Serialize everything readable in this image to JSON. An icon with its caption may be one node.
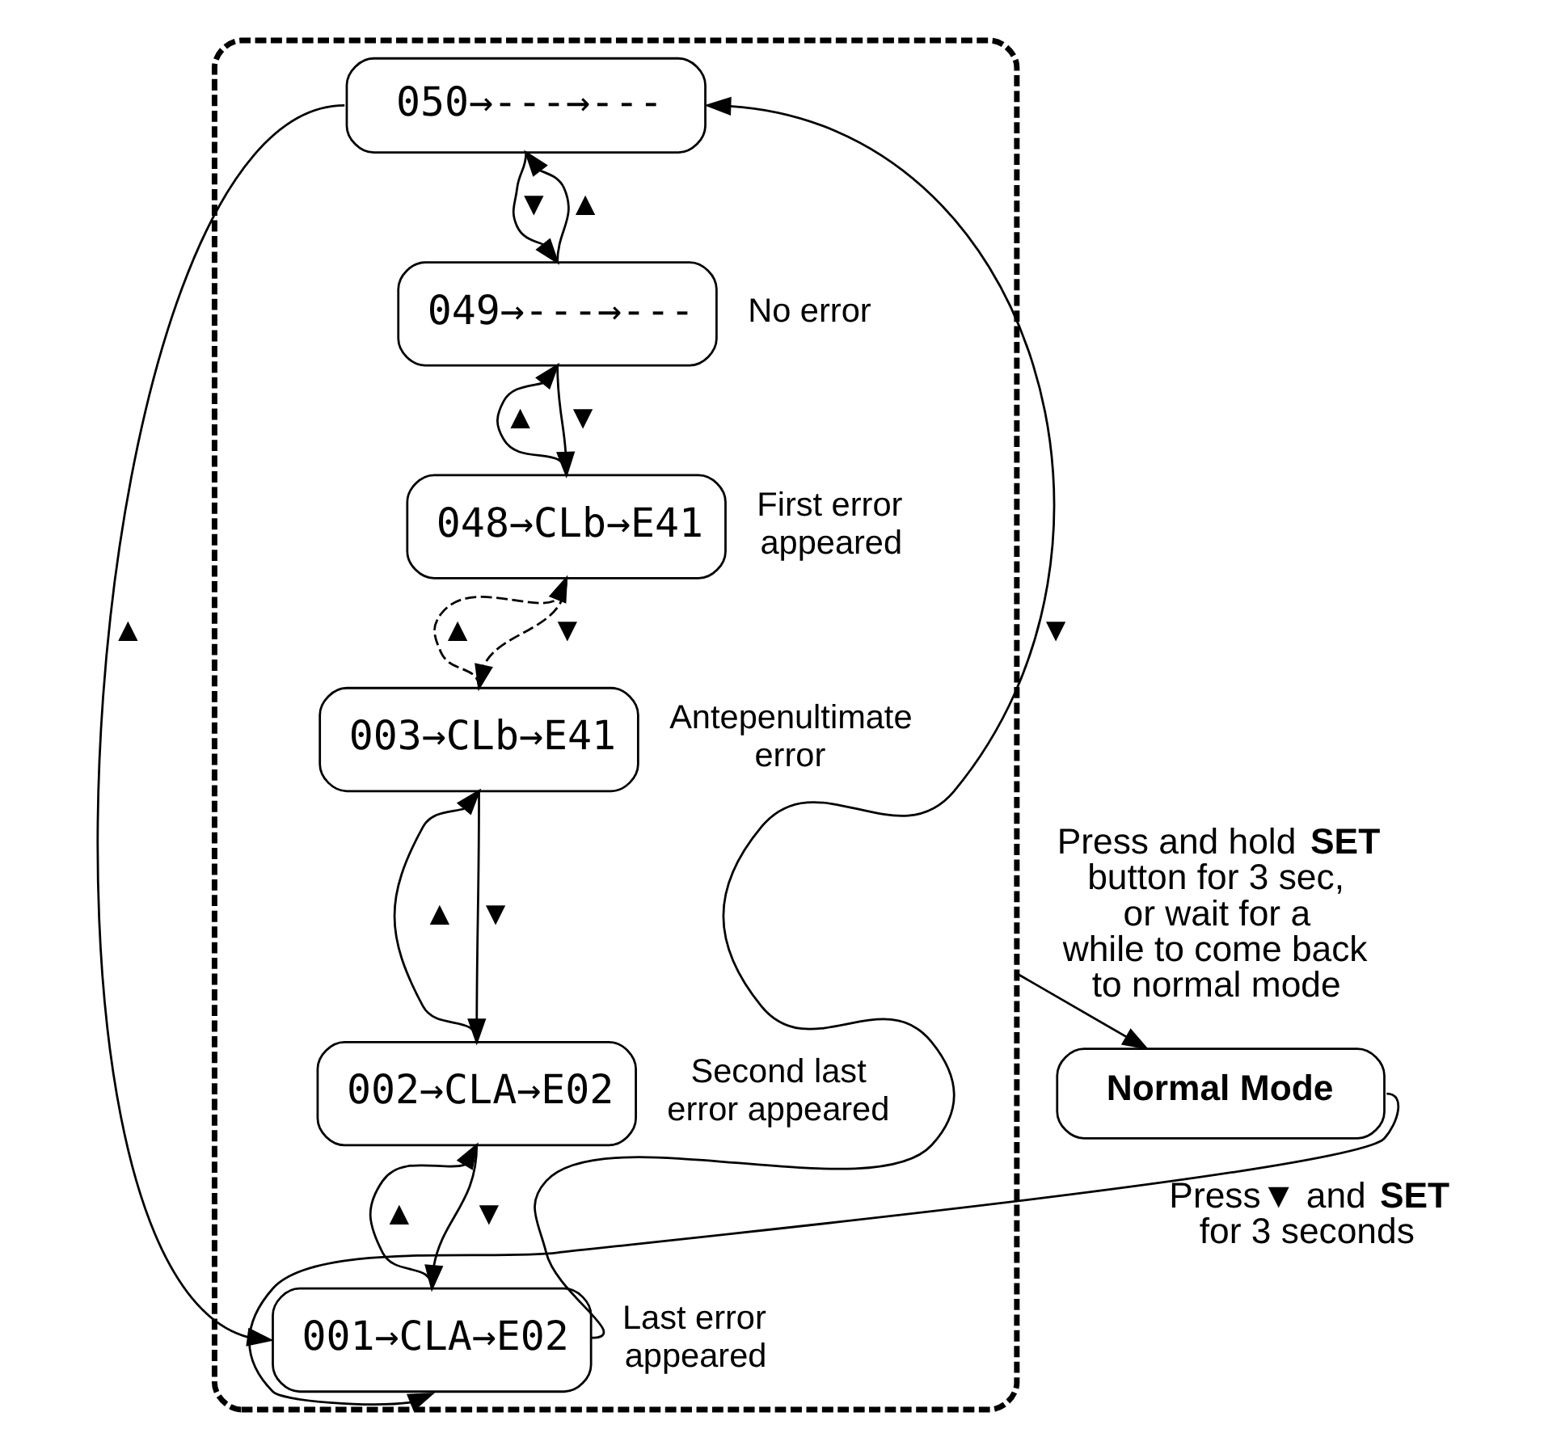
{
  "diagram": {
    "nodes": [
      {
        "text": [],
        "shape": "box"
      },
      {
        "text": [
          "050→---→---"
        ],
        "in": 0
      },
      {
        "text": [
          "049→---→---"
        ],
        "in": 0,
        "beside": [
          "No error"
        ]
      },
      {
        "text": [
          "048→CLb→E41"
        ],
        "in": 0,
        "beside": [
          "First error appeared"
        ]
      },
      {
        "text": [
          "003→CLb→E41"
        ],
        "in": 0,
        "beside": [
          "Antepenultimate error"
        ]
      },
      {
        "text": [
          "002→CLA→E02"
        ],
        "in": 0,
        "beside": [
          "Second last error appeared"
        ]
      },
      {
        "text": [
          "001→CLA→E02"
        ],
        "in": 0,
        "beside": [
          "Last error appeared"
        ]
      },
      {
        "text": [
          "Normal Mode"
        ]
      }
    ],
    "edges": [
      {
        "from": 1,
        "to": 2,
        "arrow": "to",
        "label": "▼"
      },
      {
        "from": 2,
        "to": 1,
        "arrow": "to",
        "label": "▲"
      },
      {
        "from": 2,
        "to": 3,
        "arrow": "to",
        "label": "▼"
      },
      {
        "from": 3,
        "to": 2,
        "arrow": "to",
        "label": "▲"
      },
      {
        "from": 3,
        "to": 4,
        "arrow": "to",
        "label": "▼",
        "style": "dashed"
      },
      {
        "from": 4,
        "to": 3,
        "arrow": "to",
        "label": "▲",
        "style": "dashed"
      },
      {
        "from": 4,
        "to": 5,
        "arrow": "to",
        "label": "▼"
      },
      {
        "from": 5,
        "to": 4,
        "arrow": "to",
        "label": "▲"
      },
      {
        "from": 5,
        "to": 6,
        "arrow": "to",
        "label": "▼"
      },
      {
        "from": 6,
        "to": 5,
        "arrow": "to",
        "label": "▲"
      },
      {
        "from": 1,
        "to": 6,
        "arrow": "to",
        "label": "▲"
      },
      {
        "from": 6,
        "to": 1,
        "arrow": "to",
        "label": "▼"
      },
      {
        "from": 0,
        "to": 7,
        "arrow": "to",
        "label": "Press and hold **SET** button for 3 sec, or wait for a while to come back to normal mode"
      },
      {
        "from": 7,
        "to": 6,
        "arrow": "to",
        "label": "Press▼ and **SET** for 3 seconds"
      }
    ]
  }
}
